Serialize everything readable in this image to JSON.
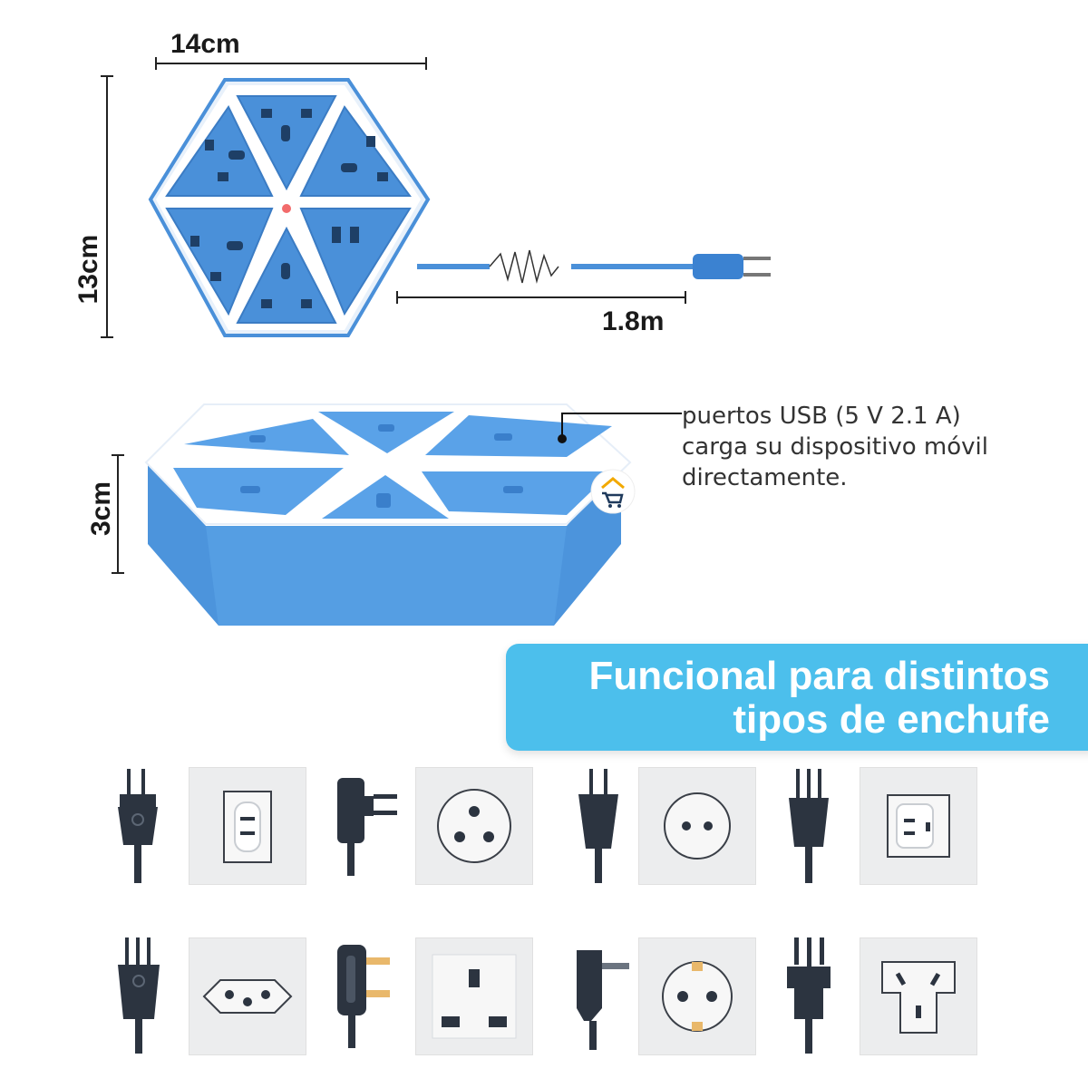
{
  "dimensions": {
    "width_label": "14cm",
    "height_label": "13cm",
    "cable_label": "1.8m",
    "depth_label": "3cm"
  },
  "callout": {
    "line1": "puertos USB (5 V 2.1 A)",
    "line2": "carga su dispositivo móvil",
    "line3": "directamente."
  },
  "banner": {
    "line1": "Funcional para distintos",
    "line2": "tipos de enchufe"
  },
  "colors": {
    "product_blue": "#4a90d9",
    "product_dark_blue": "#2f6fb8",
    "banner_blue": "#4cbfec",
    "plug_dark": "#2c3440",
    "socket_card": "#ecedee",
    "pin_brass": "#e9b86b"
  },
  "plug_types": [
    {
      "plug": "us-2pin-plug-icon",
      "socket": "us-2slot-socket-icon"
    },
    {
      "plug": "angled-adapter-plug-icon",
      "socket": "3-round-hole-socket-icon"
    },
    {
      "plug": "europlug-icon",
      "socket": "euro-2hole-socket-icon"
    },
    {
      "plug": "us-3pin-plug-icon",
      "socket": "us-grounded-socket-icon"
    },
    {
      "plug": "swiss-3pin-plug-icon",
      "socket": "swiss-socket-icon"
    },
    {
      "plug": "uk-plug-icon",
      "socket": "uk-socket-icon"
    },
    {
      "plug": "schuko-plug-icon",
      "socket": "schuko-socket-icon"
    },
    {
      "plug": "au-plug-icon",
      "socket": "au-socket-icon"
    }
  ]
}
